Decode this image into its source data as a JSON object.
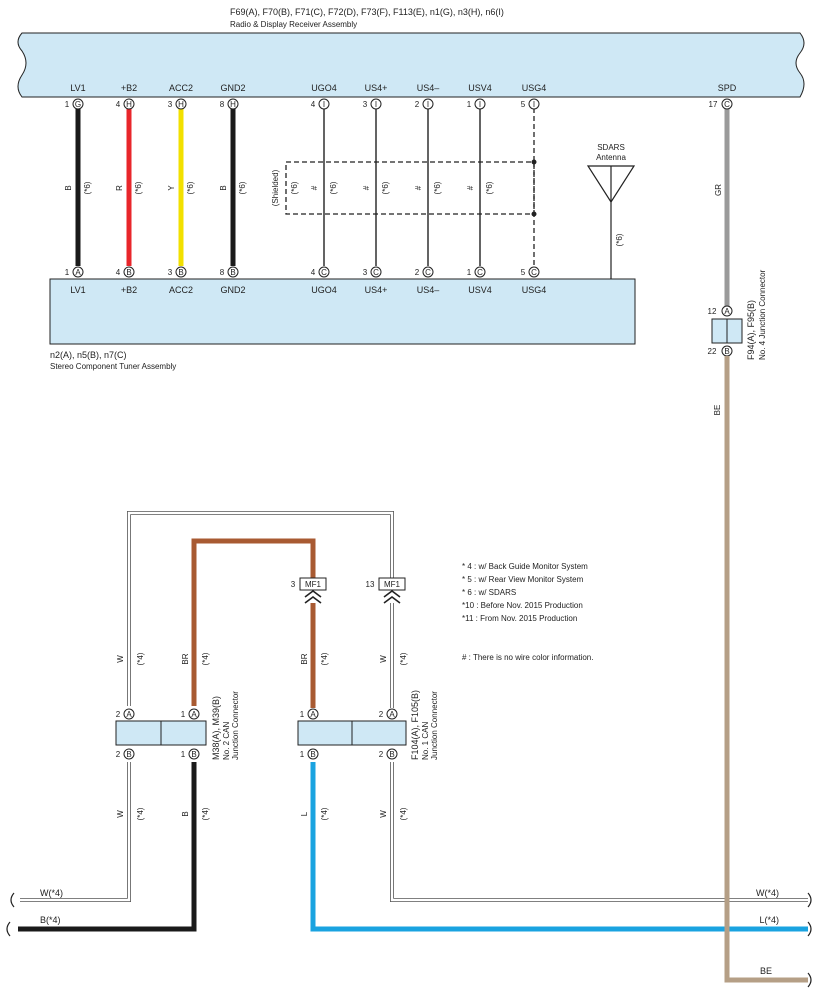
{
  "radio": {
    "header": "F69(A), F70(B), F71(C), F72(D), F73(F), F113(E), n1(G), n3(H), n6(I)",
    "title": "Radio & Display Receiver Assembly"
  },
  "tuner": {
    "header": "n2(A), n5(B), n7(C)",
    "title": "Stereo Component Tuner Assembly"
  },
  "antenna": {
    "line1": "SDARS",
    "line2": "Antenna",
    "note": "(*6)"
  },
  "shield_label": "(Shielded)",
  "wires": [
    {
      "id": "LV1",
      "top_pin": "1",
      "top_letter": "G",
      "bottom_pin": "1",
      "bottom_letter": "A",
      "color_code": "B",
      "note": "(*6)",
      "stroke": "#1a1a1a"
    },
    {
      "id": "+B2",
      "top_pin": "4",
      "top_letter": "H",
      "bottom_pin": "4",
      "bottom_letter": "B",
      "color_code": "R",
      "note": "(*6)",
      "stroke": "#e8262b"
    },
    {
      "id": "ACC2",
      "top_pin": "3",
      "top_letter": "H",
      "bottom_pin": "3",
      "bottom_letter": "B",
      "color_code": "Y",
      "note": "(*6)",
      "stroke": "#f2e000"
    },
    {
      "id": "GND2",
      "top_pin": "8",
      "top_letter": "H",
      "bottom_pin": "8",
      "bottom_letter": "B",
      "color_code": "B",
      "note": "(*6)",
      "stroke": "#1a1a1a"
    },
    {
      "id": "UGO4",
      "top_pin": "4",
      "top_letter": "I",
      "bottom_pin": "4",
      "bottom_letter": "C",
      "color_code": "#",
      "note": "(*6)",
      "stroke": "#1a1a1a"
    },
    {
      "id": "US4+",
      "top_pin": "3",
      "top_letter": "I",
      "bottom_pin": "3",
      "bottom_letter": "C",
      "color_code": "#",
      "note": "(*6)",
      "stroke": "#1a1a1a"
    },
    {
      "id": "US4–",
      "top_pin": "2",
      "top_letter": "I",
      "bottom_pin": "2",
      "bottom_letter": "C",
      "color_code": "#",
      "note": "(*6)",
      "stroke": "#1a1a1a"
    },
    {
      "id": "USV4",
      "top_pin": "1",
      "top_letter": "I",
      "bottom_pin": "1",
      "bottom_letter": "C",
      "color_code": "#",
      "note": "(*6)",
      "stroke": "#1a1a1a"
    },
    {
      "id": "USG4",
      "top_pin": "5",
      "top_letter": "I",
      "bottom_pin": "5",
      "bottom_letter": "C",
      "color_code": "",
      "note": "",
      "stroke": "#1a1a1a"
    }
  ],
  "spd": {
    "label": "SPD",
    "top_pin": "17",
    "top_letter": "C",
    "color_code": "GR",
    "stroke": "#9a9a9a"
  },
  "f94": {
    "pin_a": "12",
    "letter_a": "A",
    "pin_b": "22",
    "letter_b": "B",
    "title": "F94(A), F95(B)",
    "subtitle": "No. 4 Junction Connector",
    "color_code": "BE"
  },
  "m38": {
    "title": "M38(A), M39(B)",
    "line2": "No. 2 CAN",
    "line3": "Junction Connector",
    "pins": [
      {
        "pin": "2",
        "letter": "A"
      },
      {
        "pin": "1",
        "letter": "A"
      },
      {
        "pin": "2",
        "letter": "B"
      },
      {
        "pin": "1",
        "letter": "B"
      }
    ],
    "w_code": "W",
    "w_note": "(*4)",
    "br_code": "BR",
    "br_note": "(*4)",
    "b_code": "B",
    "b_note": "(*4)"
  },
  "f104": {
    "title": "F104(A), F105(B)",
    "line2": "No. 1 CAN",
    "line3": "Junction Connector",
    "pins": [
      {
        "pin": "1",
        "letter": "A"
      },
      {
        "pin": "2",
        "letter": "A"
      },
      {
        "pin": "1",
        "letter": "B"
      },
      {
        "pin": "2",
        "letter": "B"
      }
    ],
    "br_code": "BR",
    "br_note": "(*4)",
    "w_code": "W",
    "w_note": "(*4)",
    "l_code": "L",
    "l_note": "(*4)"
  },
  "mf1": [
    {
      "pin": "3",
      "label": "MF1"
    },
    {
      "pin": "13",
      "label": "MF1"
    }
  ],
  "legend": [
    "* 4 : w/ Back Guide Monitor System",
    "* 5 : w/ Rear View Monitor System",
    "* 6 : w/ SDARS",
    "*10 : Before Nov.  2015 Production",
    "*11 : From Nov.  2015 Production"
  ],
  "legend_note": "# : There is no wire color information.",
  "bus_labels": {
    "w_left": "W(*4)",
    "b_left": "B(*4)",
    "w_right": "W(*4)",
    "l_right": "L(*4)",
    "be_right": "BE"
  },
  "colors": {
    "box_fill": "#cfe8f5",
    "brown": "#a85a32",
    "blue": "#1aa3e0",
    "beige": "#b59f86",
    "white_wire": "#ffffff",
    "gray": "#9a9a9a"
  }
}
